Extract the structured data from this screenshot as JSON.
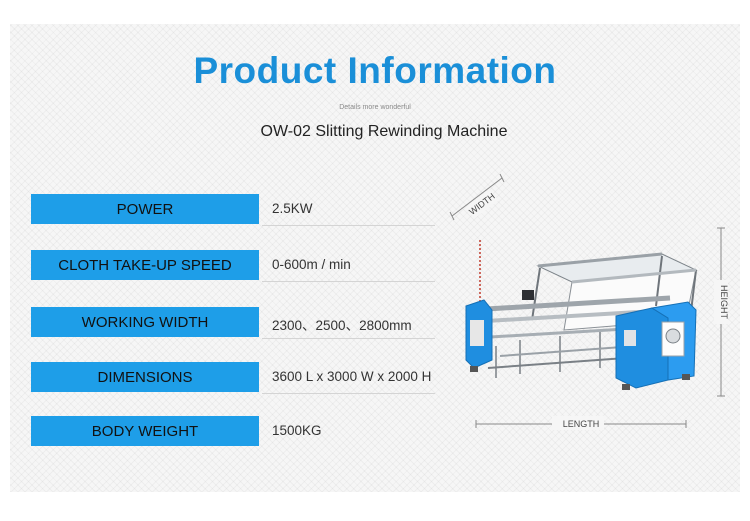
{
  "header": {
    "title": "Product Information",
    "subtitle": "Details more wonderful",
    "model": "OW-02 Slitting Rewinding Machine"
  },
  "specs": [
    {
      "label": "POWER",
      "value": "2.5KW"
    },
    {
      "label": "CLOTH TAKE-UP SPEED",
      "value": "0-600m / min"
    },
    {
      "label": "WORKING WIDTH",
      "value": "2300、2500、2800mm"
    },
    {
      "label": "DIMENSIONS",
      "value": "3600 L x 3000 W x 2000 H"
    },
    {
      "label": "BODY WEIGHT",
      "value": "1500KG"
    }
  ],
  "dimensions": {
    "width_label": "WIDTH",
    "height_label": "HEIGHT",
    "length_label": "LENGTH"
  },
  "colors": {
    "accent": "#1a8fd8",
    "label_bg": "#1e9ee8",
    "machine_blue": "#1f8ee0"
  }
}
